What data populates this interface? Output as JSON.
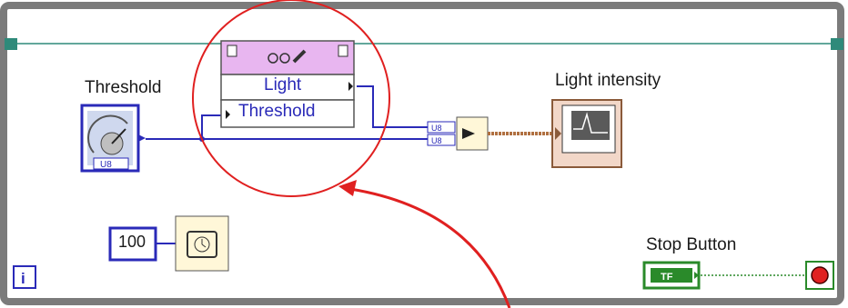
{
  "labels": {
    "threshold_control": "Threshold",
    "light_intensity": "Light intensity",
    "stop_button": "Stop Button"
  },
  "property_node": {
    "items": [
      "Light",
      "Threshold"
    ]
  },
  "constants": {
    "wait_ms": "100"
  },
  "terminals": {
    "numeric_type": "U8",
    "bool_text": "TF",
    "iteration": "i"
  },
  "colors": {
    "loop_frame": "#7b7b7b",
    "numeric_wire": "#2a2ab8",
    "array_wire": "#b07040",
    "bool_wire": "#2a8a2a",
    "shift_teal": "#2f8a7a",
    "annotation_red": "#e02020",
    "property_header": "#e8b6f0"
  }
}
